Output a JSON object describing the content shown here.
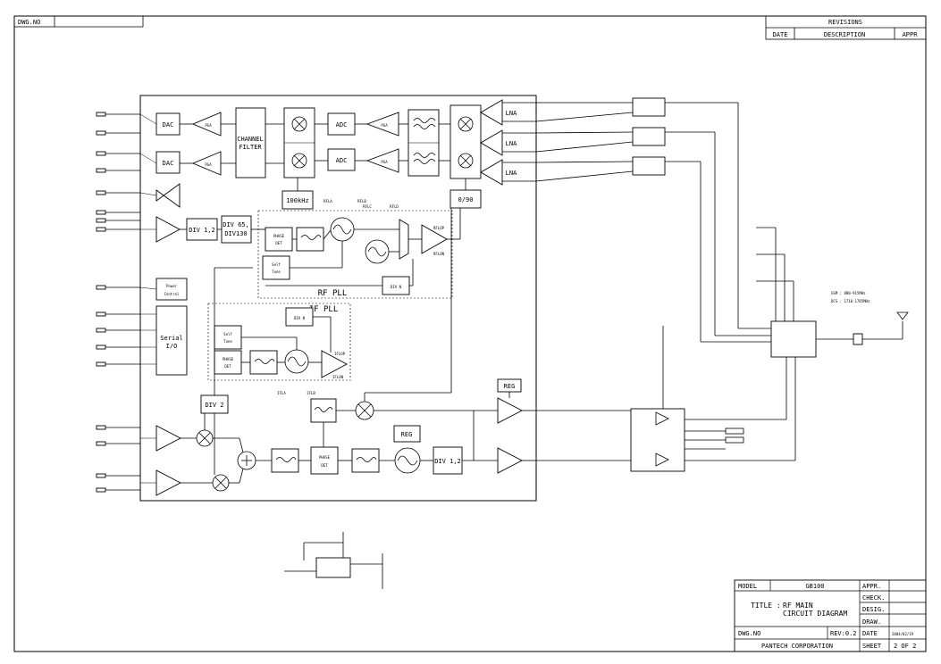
{
  "drawing_number_label": "DWG.NO",
  "revisions": {
    "title": "REVISIONS",
    "col_date": "DATE",
    "col_description": "DESCRIPTION",
    "col_appr": "APPR"
  },
  "title_block": {
    "model_label": "MODEL",
    "model_value": "GB100",
    "appr": "APPR.",
    "check": "CHECK.",
    "desig": "DESIG.",
    "draw": "DRAW.",
    "title_prefix": "TITLE :",
    "title_line1": "RF MAIN",
    "title_line2": "CIRCUIT DIAGRAM",
    "dwg_no": "DWG.NO",
    "rev": "REV:0.2",
    "date_label": "DATE",
    "date_value": "2004/02/19",
    "company": "PANTECH CORPORATION",
    "sheet_label": "SHEET",
    "sheet_value": "2 OF 2"
  },
  "blocks": {
    "dac": "DAC",
    "pga": "PGA",
    "channel_filter_1": "CHANNEL",
    "channel_filter_2": "FILTER",
    "adc": "ADC",
    "lna": "LNA",
    "khz100": "100kHz",
    "phase_090": "0/90",
    "div12": "DIV 1,2",
    "div65": "DIV 65,",
    "div130": "DIV130",
    "phase": "PHASE",
    "det": "DET",
    "self": "Self",
    "tune": "Tune",
    "divn": "DIV N",
    "rflop": "RFLOP",
    "rflon": "RFLON",
    "rf_pll": "RF PLL",
    "if_pll": "IF PLL",
    "iflop": "IFLOP",
    "iflon": "IFLON",
    "power": "Power",
    "control": "Control",
    "serial": "Serial",
    "io": "I/O",
    "div2": "DIV 2",
    "reg": "REG",
    "rfla": "RFLA",
    "rflb": "RFLB",
    "rflc": "RFLC",
    "rfld": "RFLD",
    "ifla": "IFLA",
    "iflb": "IFLB"
  },
  "notes": {
    "gsm": "GSM : 880-915MHz",
    "dcs": "DCS : 1710-1785MHz"
  }
}
